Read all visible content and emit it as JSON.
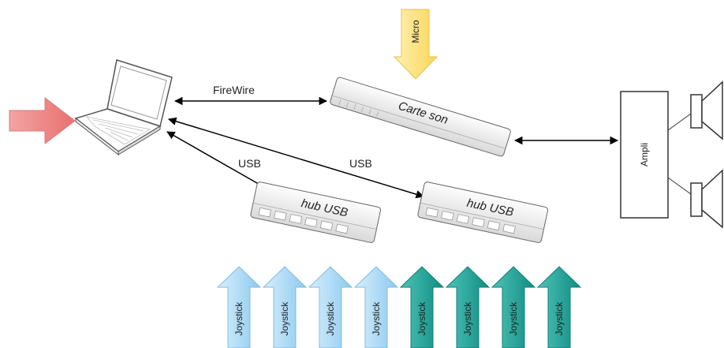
{
  "labels": {
    "firewire": "FireWire",
    "usb_left": "USB",
    "usb_right": "USB"
  },
  "devices": {
    "carte_son": "Carte son",
    "hub_left": "hub USB",
    "hub_right": "hub USB",
    "ampli": "Ampli"
  },
  "inputs": {
    "micro": "Micro"
  },
  "joysticks": [
    {
      "label": "Joystick",
      "color": "#a9d9f5"
    },
    {
      "label": "Joystick",
      "color": "#a9d9f5"
    },
    {
      "label": "Joystick",
      "color": "#a9d9f5"
    },
    {
      "label": "Joystick",
      "color": "#a9d9f5"
    },
    {
      "label": "Joystick",
      "color": "#26a69a"
    },
    {
      "label": "Joystick",
      "color": "#26a69a"
    },
    {
      "label": "Joystick",
      "color": "#26a69a"
    },
    {
      "label": "Joystick",
      "color": "#26a69a"
    }
  ],
  "colors": {
    "input_arrow": "#f08c8c",
    "micro_arrow": "#ffe27a",
    "joystick_light": "#a9d9f5",
    "joystick_dark": "#26a69a"
  },
  "icons": [
    "laptop-icon",
    "speaker-icon"
  ]
}
